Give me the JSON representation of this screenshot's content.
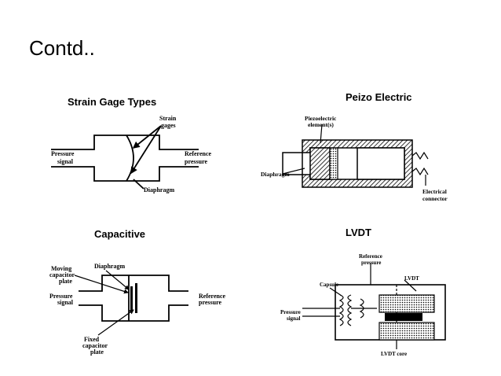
{
  "slide": {
    "title": "Contd.."
  },
  "strain_gage": {
    "heading": "Strain Gage Types",
    "label_strain_gages": [
      "Strain",
      "gages"
    ],
    "label_pressure_signal": [
      "Pressure",
      "signal"
    ],
    "label_reference_pressure": [
      "Reference",
      "pressure"
    ],
    "label_diaphragm": "Diaphragm"
  },
  "piezo": {
    "heading": "Peizo Electric",
    "label_elements": [
      "Piezoelectric",
      "element(s)"
    ],
    "label_diaphragm": "Diaphragm",
    "label_connector": [
      "Electrical",
      "connector"
    ]
  },
  "capacitive": {
    "heading": "Capacitive",
    "label_moving": [
      "Moving",
      "capacitor",
      "plate"
    ],
    "label_diaphragm": "Diaphragm",
    "label_pressure_signal": [
      "Pressure",
      "signal"
    ],
    "label_reference_pressure": [
      "Reference",
      "pressure"
    ],
    "label_fixed": [
      "Fixed",
      "capacitor",
      "plate"
    ]
  },
  "lvdt": {
    "heading": "LVDT",
    "label_reference": [
      "Reference",
      "pressure"
    ],
    "label_capsule": "Capsule",
    "label_lvdt": "LVDT",
    "label_pressure_signal": [
      "Pressure",
      "signal"
    ],
    "label_core": "LVDT core"
  }
}
